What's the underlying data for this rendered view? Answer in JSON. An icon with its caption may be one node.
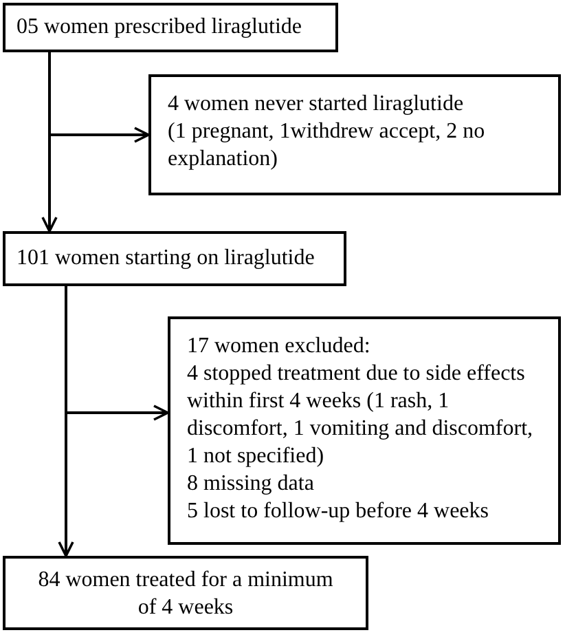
{
  "diagram": {
    "nodes": [
      {
        "text": [
          "05 women prescribed liraglutide"
        ]
      },
      {
        "text": [
          "4 women never started liraglutide",
          "(1 pregnant, 1withdrew accept, 2 no explanation)"
        ]
      },
      {
        "text": [
          "101 women starting on liraglutide"
        ]
      },
      {
        "text": [
          "17 women excluded:",
          "4 stopped treatment due to side effects within first 4 weeks (1 rash, 1 discomfort, 1 vomiting and discomfort, 1 not specified)",
          "8 missing data",
          "5 lost to follow-up before 4 weeks"
        ]
      },
      {
        "text": [
          "84 women treated for a minimum of 4 weeks"
        ]
      }
    ],
    "edges": [
      {
        "from": 0,
        "to": 1,
        "arrow": "to"
      },
      {
        "from": 0,
        "to": 2,
        "arrow": "to"
      },
      {
        "from": 2,
        "to": 3,
        "arrow": "to"
      },
      {
        "from": 2,
        "to": 4,
        "arrow": "to"
      }
    ]
  }
}
